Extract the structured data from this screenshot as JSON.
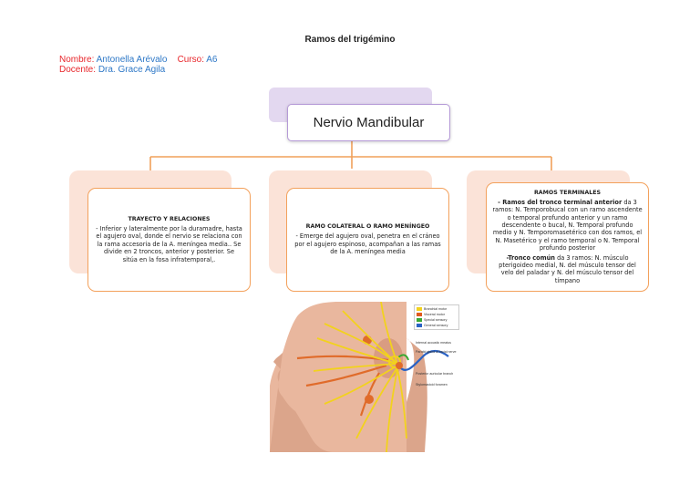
{
  "title": "Ramos del trigémino",
  "header": {
    "nombre_label": "Nombre:",
    "nombre_value": "Antonella Arévalo",
    "curso_label": "Curso:",
    "curso_value": "A6",
    "docente_label": "Docente:",
    "docente_value": "Dra. Grace Agila"
  },
  "hub": {
    "label": "Nervio Mandibular"
  },
  "cards": {
    "trayecto": {
      "heading": "TRAYECTO Y RELACIONES",
      "text": "- Inferior y lateralmente por la duramadre, hasta el agujero oval, donde el nervio se relaciona con la rama accesoria de la A. meníngea media.. Se divide en 2 troncos, anterior y posterior. Se sitúa en la fosa infratemporal,."
    },
    "colateral": {
      "heading": "RAMO COLATERAL O RAMO MENÍNGEO",
      "text": "- Emerge del agujero oval, penetra en el cráneo por el agujero espinoso, acompañan a las ramas de la A. meníngea media"
    },
    "terminales": {
      "heading": "RAMOS TERMINALES",
      "p1_bold": "- Ramos del tronco terminal anterior",
      "p1_text": " da 3 ramos: N. Temporobucal con un ramo ascendente o temporal profundo anterior y un ramo descendente o bucal, N. Temporal profundo medio y N. Temporomasetérico con dos ramos, el N. Masetérico y el ramo temporal o N. Temporal profundo posterior",
      "p2_bold": "-Tronco común",
      "p2_text": " da 3 ramos: N. músculo pterigoideo medial, N. del músculo tensor del velo del paladar y N. del músculo tensor del tímpano"
    }
  },
  "figure": {
    "legend": [
      {
        "label": "Branchial motor",
        "color": "#f2d21d"
      },
      {
        "label": "Visceral motor",
        "color": "#e05a1d"
      },
      {
        "label": "Special sensory",
        "color": "#3aa832"
      },
      {
        "label": "General sensory",
        "color": "#2a62c4"
      }
    ],
    "labels": {
      "l1": "Internal acoustic meatus",
      "l2": "Parotid gland of facial nerve",
      "l3": "Posterior auricular branch",
      "l4": "Stylomastoid foramen"
    }
  },
  "colors": {
    "connector": "#f0a05a",
    "card_border": "#f3a15c",
    "card_back": "#fbe3d8",
    "hub_border": "#b59ad7",
    "hub_back": "#e3d8f0"
  }
}
